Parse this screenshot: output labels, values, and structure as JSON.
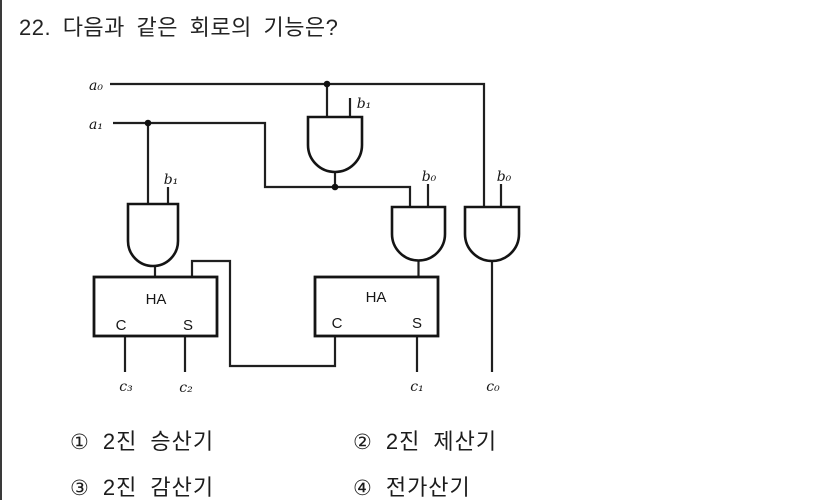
{
  "title": "22. 다음과 같은 회로의 기능은?",
  "circuit": {
    "labels": {
      "a0": "a₀",
      "a1": "a₁",
      "b1_top": "b₁",
      "b1_left": "b₁",
      "b0_mid": "b₀",
      "b0_right": "b₀",
      "c3": "c₃",
      "c2": "c₂",
      "c1": "c₁",
      "c0": "c₀"
    },
    "ha_left": {
      "title": "HA",
      "carry": "C",
      "sum": "S"
    },
    "ha_right": {
      "title": "HA",
      "carry": "C",
      "sum": "S"
    }
  },
  "options": [
    {
      "number": "①",
      "label": "2진 승산기"
    },
    {
      "number": "②",
      "label": "2진 제산기"
    },
    {
      "number": "③",
      "label": "2진 감산기"
    },
    {
      "number": "④",
      "label": "전가산기"
    }
  ],
  "colors": {
    "ink": "#1f1f1f",
    "background": "#ffffff"
  }
}
